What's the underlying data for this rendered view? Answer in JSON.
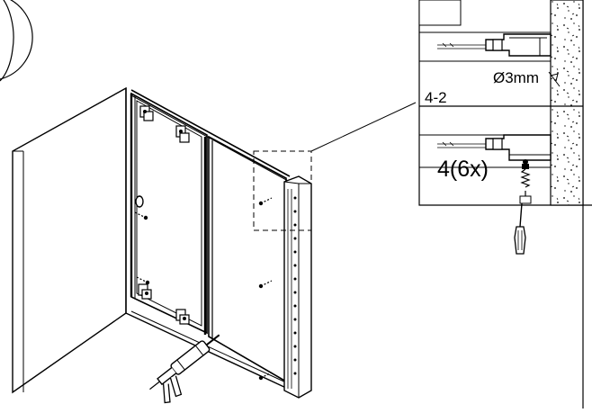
{
  "detail": {
    "drill_label": "Ø3mm",
    "step_label": "4-2",
    "screw_label": "4(6x)"
  },
  "icons": {
    "sealant": "silicone-gun-icon",
    "screwdriver": "screwdriver-icon",
    "screw": "screw-icon"
  },
  "colors": {
    "line": "#000000",
    "fill": "#ffffff",
    "shade": "#d9d9d9"
  }
}
